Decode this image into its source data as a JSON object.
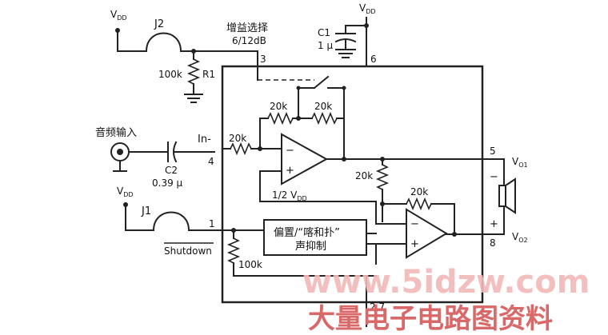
{
  "labels": {
    "vdd": "V",
    "vdd_sub": "DD",
    "j2": "J2",
    "j1": "J1",
    "r1_value": "100k",
    "r1_name": "R1",
    "gain_title": "增益选择",
    "gain_value": "6/12dB",
    "pin3": "3",
    "pin6": "6",
    "pin4": "4",
    "pin1": "1",
    "pin5": "5",
    "pin8": "8",
    "pin27": "2,7",
    "c1_name": "C1",
    "c1_value": "1 μ",
    "audio_in": "音频输入",
    "c2_name": "C2",
    "c2_value": "0.39 μ",
    "in_minus": "In-",
    "r_fb1": "20k",
    "r_fb2": "20k",
    "r_in": "20k",
    "r_mid": "20k",
    "r_fb3": "20k",
    "half_vdd": "1/2 V",
    "vo1": "V",
    "vo1_sub": "O1",
    "vo2": "V",
    "vo2_sub": "O2",
    "bias_line1": "偏置/“喀和扑”",
    "bias_line2": "声抑制",
    "r_bias": "100k",
    "shutdown": "Shutdown",
    "minus_sign": "−",
    "plus_sign": "+"
  },
  "watermark": {
    "site": "www.5idzw.com",
    "name": "大量电子电路图资料"
  }
}
